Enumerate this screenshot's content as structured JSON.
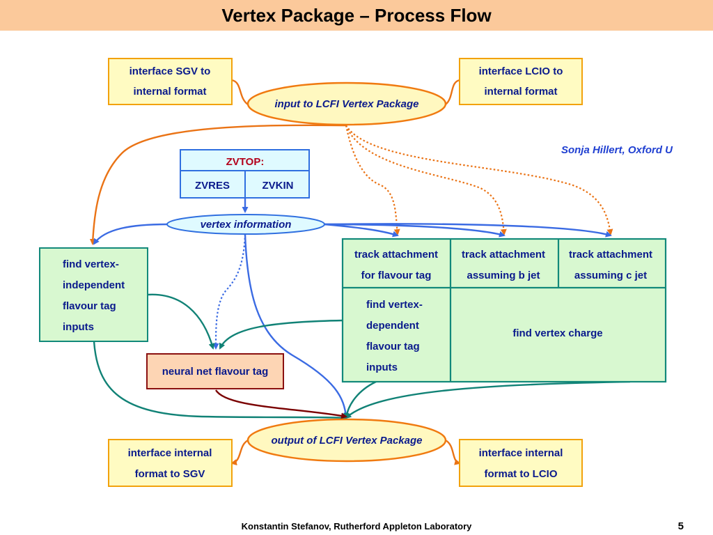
{
  "title": "Vertex Package – Process Flow",
  "author": "Sonja Hillert, Oxford U",
  "footer": "Konstantin Stefanov, Rutherford Appleton Laboratory",
  "page_number": "5",
  "boxes": {
    "sgv_in": [
      "interface SGV to",
      "internal format"
    ],
    "lcio_in": [
      "interface LCIO to",
      "internal format"
    ],
    "input_oval": "input to LCFI Vertex Package",
    "zvtop_header": "ZVTOP:",
    "zvres": "ZVRES",
    "zvkin": "ZVKIN",
    "vertex_info": "vertex information",
    "vi_flavour": [
      "find vertex-",
      "independent",
      "flavour tag",
      "inputs"
    ],
    "ta_flavour": [
      "track attachment",
      "for flavour tag"
    ],
    "ta_b": [
      "track attachment",
      "assuming b jet"
    ],
    "ta_c": [
      "track attachment",
      "assuming c jet"
    ],
    "vd_flavour": [
      "find vertex-",
      "dependent",
      "flavour tag",
      "inputs"
    ],
    "vertex_charge": "find vertex charge",
    "neural_net": "neural net flavour tag",
    "output_oval": "output of LCFI Vertex Package",
    "sgv_out": [
      "interface internal",
      "format to SGV"
    ],
    "lcio_out": [
      "interface internal",
      "format to LCIO"
    ]
  },
  "colors": {
    "title_band": "#fbc99b",
    "interface_fill": "#fffbc2",
    "interface_border": "#f2a20c",
    "oval_fill": "#fff8c0",
    "oval_border": "#f07a10",
    "zvtop_fill": "#dffaff",
    "zvtop_border": "#2f6fe0",
    "green_fill": "#d8f8d0",
    "green_border": "#12897a",
    "nn_fill": "#fdd5b4",
    "nn_border": "#8a1010",
    "text": "#0a1a8c",
    "orange_arrow": "#ea7315",
    "blue_arrow": "#3b6be3",
    "teal_arrow": "#118276",
    "dark_red_arrow": "#7a0000"
  }
}
